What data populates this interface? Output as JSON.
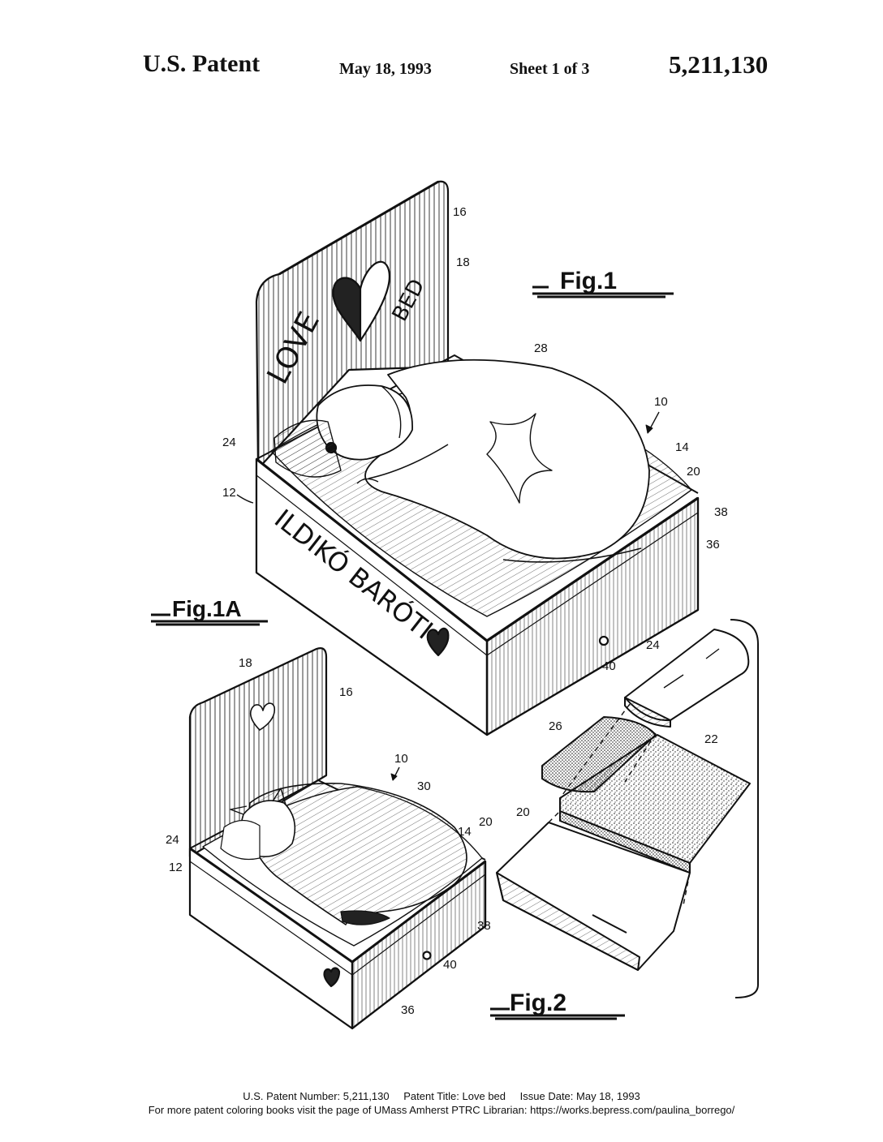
{
  "header": {
    "title": "U.S. Patent",
    "date": "May 18, 1993",
    "sheet": "Sheet 1 of 3",
    "patent_number": "5,211,130"
  },
  "figures": {
    "fig1": {
      "label": "Fig.1"
    },
    "fig1a": {
      "label": "Fig.1A"
    },
    "fig2": {
      "label": "Fig.2"
    }
  },
  "bed_text": {
    "love": "LOVE",
    "bed": "BED",
    "name": "ILDIKÓ BARÓTI"
  },
  "reference_numerals": {
    "fig1": [
      "16",
      "18",
      "28",
      "10",
      "24",
      "14",
      "20",
      "12",
      "38",
      "36",
      "40"
    ],
    "fig1a": [
      "18",
      "16",
      "10",
      "30",
      "24",
      "14",
      "20",
      "12",
      "38",
      "40",
      "36"
    ],
    "fig2": [
      "24",
      "26",
      "22",
      "20"
    ]
  },
  "footer": {
    "patent_number": "U.S. Patent Number: 5,211,130",
    "patent_title": "Patent Title: Love bed",
    "issue_date": "Issue Date: May 18, 1993",
    "credit": "For more patent coloring books visit the page of UMass Amherst PTRC Librarian: https://works.bepress.com/paulina_borrego/"
  }
}
